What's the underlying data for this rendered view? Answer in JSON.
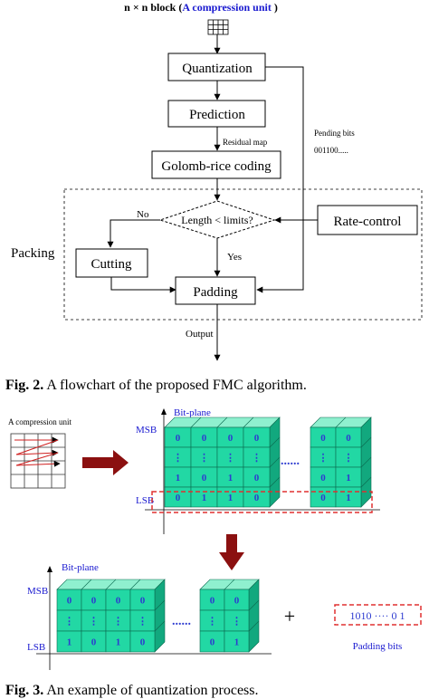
{
  "figure2": {
    "block_label": "n × n block",
    "block_label_paren": "A compression unit",
    "nodes": {
      "quantization": "Quantization",
      "prediction": "Prediction",
      "golomb": "Golomb-rice coding",
      "decision": "Length < limits?",
      "rate_control": "Rate-control",
      "cutting": "Cutting",
      "padding": "Padding"
    },
    "labels": {
      "residual_map": "Residual map",
      "pending_bits": "Pending bits",
      "pending_value": "001100.....",
      "no": "No",
      "yes": "Yes",
      "packing": "Packing",
      "output": "Output"
    },
    "caption_label": "Fig. 2.",
    "caption_text": "A flowchart of the proposed FMC algorithm."
  },
  "figure3": {
    "compression_unit": "A compression unit",
    "bit_plane": "Bit-plane",
    "msb": "MSB",
    "lsb": "LSB",
    "dots_h": "......",
    "plus": "+",
    "padding_bits_value": "1010 ···· 0 1",
    "padding_bits_label": "Padding bits",
    "top_rows": [
      [
        "0",
        "0",
        "0",
        "0"
      ],
      [
        "⋮",
        "⋮",
        "⋮",
        "⋮"
      ],
      [
        "1",
        "0",
        "1",
        "0"
      ],
      [
        "0",
        "1",
        "1",
        "0"
      ]
    ],
    "top_right_rows": [
      [
        "0",
        "0"
      ],
      [
        "⋮",
        "⋮"
      ],
      [
        "0",
        "1"
      ],
      [
        "0",
        "1"
      ]
    ],
    "bottom_rows": [
      [
        "0",
        "0",
        "0",
        "0"
      ],
      [
        "⋮",
        "⋮",
        "⋮",
        "⋮"
      ],
      [
        "1",
        "0",
        "1",
        "0"
      ]
    ],
    "bottom_right_rows": [
      [
        "0",
        "0"
      ],
      [
        "⋮",
        "⋮"
      ],
      [
        "0",
        "1"
      ]
    ],
    "caption_label": "Fig. 3.",
    "caption_text": "An example of quantization process."
  },
  "colors": {
    "cube_front": "#22d8a4",
    "cube_top": "#8ff0cf",
    "cube_side": "#12a87e",
    "cell_text": "#2d3bd0",
    "label_blue": "#1a1ad0",
    "arrow_red": "#8b1010",
    "dash_red": "#e03030"
  }
}
